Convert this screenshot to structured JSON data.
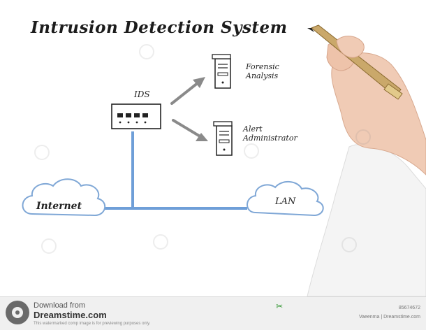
{
  "diagram": {
    "title": "Intrusion Detection System",
    "nodes": {
      "ids": "IDS",
      "forensic_line1": "Forensic",
      "forensic_line2": "Analysis",
      "alert_line1": "Alert",
      "alert_line2": "Administrator",
      "internet": "Internet",
      "lan": "LAN"
    },
    "colors": {
      "cloud_stroke": "#7fa7d6",
      "link_blue": "#6f9fd8",
      "arrow_gray": "#8a8a8a",
      "ink": "#222222"
    }
  },
  "footer": {
    "download_from": "Download from",
    "site": "Dreamstime.com",
    "notice": "This watermarked comp image is for previewing purposes only.",
    "image_id": "85674672",
    "credit": "Vaeenma | Dreamstime.com"
  }
}
